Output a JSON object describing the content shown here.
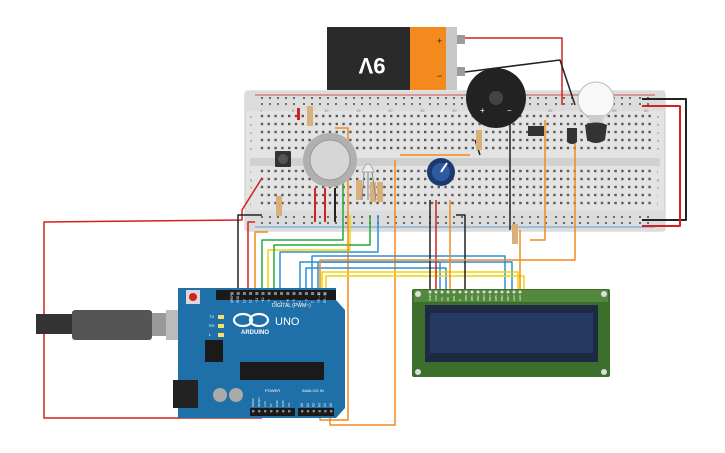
{
  "battery": {
    "label": "9V",
    "plus": "+",
    "minus": "−"
  },
  "buzzer": {
    "plus": "+",
    "minus": "−"
  },
  "breadboard": {
    "row_labels": [
      "a",
      "b",
      "c",
      "d",
      "e",
      "f",
      "g",
      "h",
      "i",
      "j"
    ],
    "col_labels": [
      "1",
      "5",
      "10",
      "15",
      "20",
      "25",
      "30",
      "35",
      "40",
      "45",
      "50",
      "55",
      "60"
    ]
  },
  "arduino": {
    "brand": "ARDUINO",
    "model": "UNO",
    "digital_label": "DIGITAL (PWM~)",
    "power_label": "POWER",
    "analog_label": "ANALOG IN",
    "led_labels": [
      "TX",
      "RX",
      "L"
    ],
    "power_pins": [
      "IOREF",
      "RESET",
      "3.3V",
      "5V",
      "GND",
      "GND",
      "Vin"
    ],
    "analog_pins": [
      "A0",
      "A1",
      "A2",
      "A3",
      "A4",
      "A5"
    ],
    "top_pins": [
      "AREF",
      "GND",
      "13",
      "12",
      "~11",
      "~10",
      "~9",
      "8",
      "7",
      "~6",
      "~5",
      "4",
      "~3",
      "2",
      "TX→1",
      "RX←0"
    ]
  },
  "lcd": {
    "pins": [
      "GND",
      "VCC",
      "V0",
      "RS",
      "RW",
      "E",
      "DB0",
      "DB1",
      "DB2",
      "DB3",
      "DB4",
      "DB5",
      "DB6",
      "DB7",
      "LED",
      "LED"
    ]
  },
  "colors": {
    "red": "#d42020",
    "black": "#222222",
    "orange": "#ee8a1c",
    "yellow": "#f0d400",
    "green": "#26a73c",
    "blue": "#2a8fd8",
    "board": "#1f6fa8",
    "lcd_bezel": "#3c6f2c"
  }
}
